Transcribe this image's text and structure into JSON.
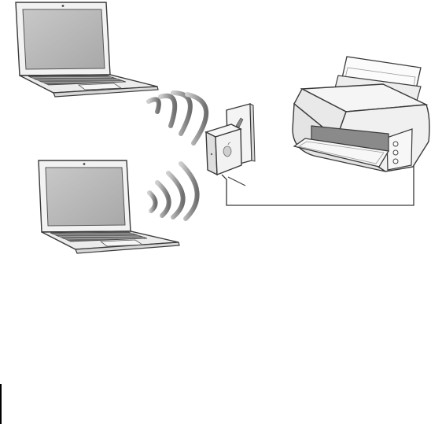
{
  "diagram": {
    "nodes": [
      {
        "id": "laptop-top",
        "kind": "laptop",
        "icon": "laptop-icon"
      },
      {
        "id": "laptop-bottom",
        "kind": "laptop",
        "icon": "laptop-icon"
      },
      {
        "id": "base-station",
        "kind": "wireless-router",
        "icon": "airport-express-icon"
      },
      {
        "id": "wall-outlet",
        "kind": "power-outlet",
        "icon": "outlet-icon"
      },
      {
        "id": "printer",
        "kind": "printer",
        "icon": "printer-icon"
      }
    ],
    "links": [
      {
        "from": "laptop-top",
        "to": "base-station",
        "type": "wireless",
        "icon": "wifi-waves-icon"
      },
      {
        "from": "laptop-bottom",
        "to": "base-station",
        "type": "wireless",
        "icon": "wifi-waves-icon"
      },
      {
        "from": "base-station",
        "to": "printer",
        "type": "usb-cable"
      }
    ],
    "colors": {
      "stroke": "#3a3a3a",
      "body_fill": "#eeeeee",
      "screen_fill": "#b8b8b8",
      "wave": "#8a8a8a",
      "keys": "#555555"
    }
  }
}
